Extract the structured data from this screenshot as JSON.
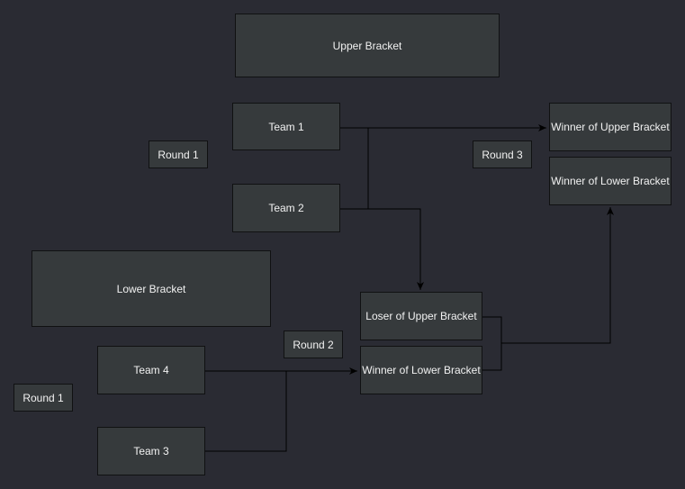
{
  "colors": {
    "background": "#2a2b33",
    "node_fill": "#363a3c",
    "node_border": "#101112",
    "text": "#f2f2f2",
    "edge": "#000000"
  },
  "labels": {
    "upper_bracket": "Upper Bracket",
    "lower_bracket": "Lower Bracket",
    "team_1": "Team 1",
    "team_2": "Team 2",
    "team_3": "Team 3",
    "team_4": "Team 4",
    "upper_round_1": "Round 1",
    "lower_round_1": "Round 1",
    "round_2": "Round 2",
    "round_3": "Round 3",
    "loser_of_upper": "Loser of Upper Bracket",
    "winner_of_lower_mid": "Winner of Lower Bracket",
    "winner_of_upper_final": "Winner of Upper Bracket",
    "winner_of_lower_final": "Winner of Lower Bracket"
  }
}
